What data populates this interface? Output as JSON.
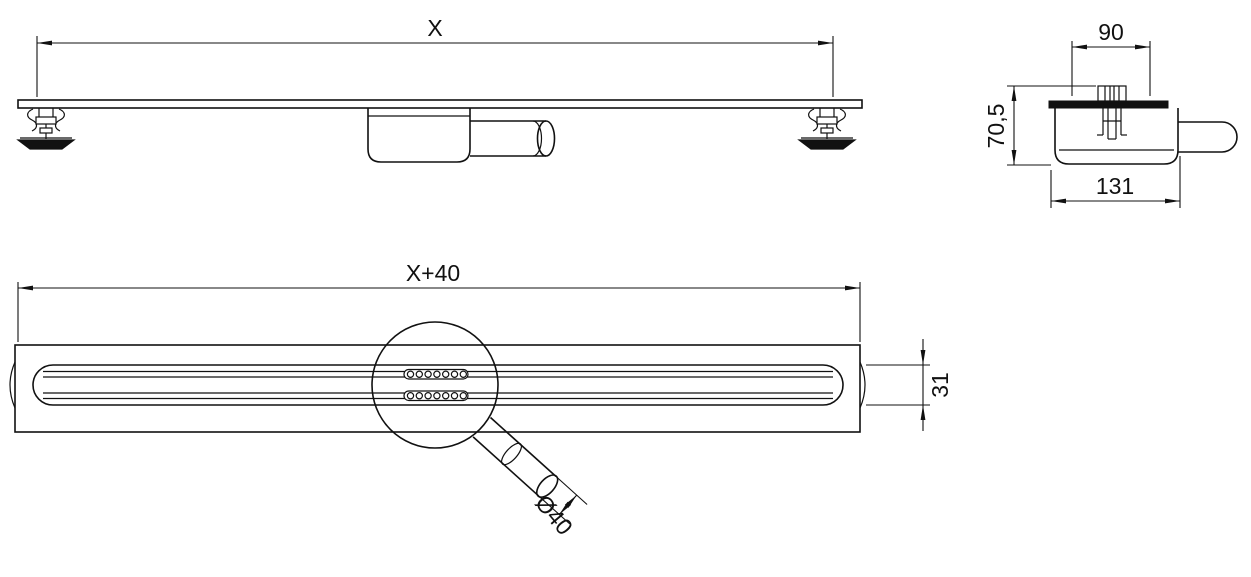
{
  "drawing": {
    "background_color": "#ffffff",
    "line_color": "#111111",
    "views": {
      "side": {
        "length": "X"
      },
      "end": {
        "top_width": "90",
        "height": "70,5",
        "bottom_width": "131"
      },
      "plan": {
        "length": "X+40",
        "slot_width": "31",
        "pipe_diameter": "Ø40"
      }
    }
  }
}
